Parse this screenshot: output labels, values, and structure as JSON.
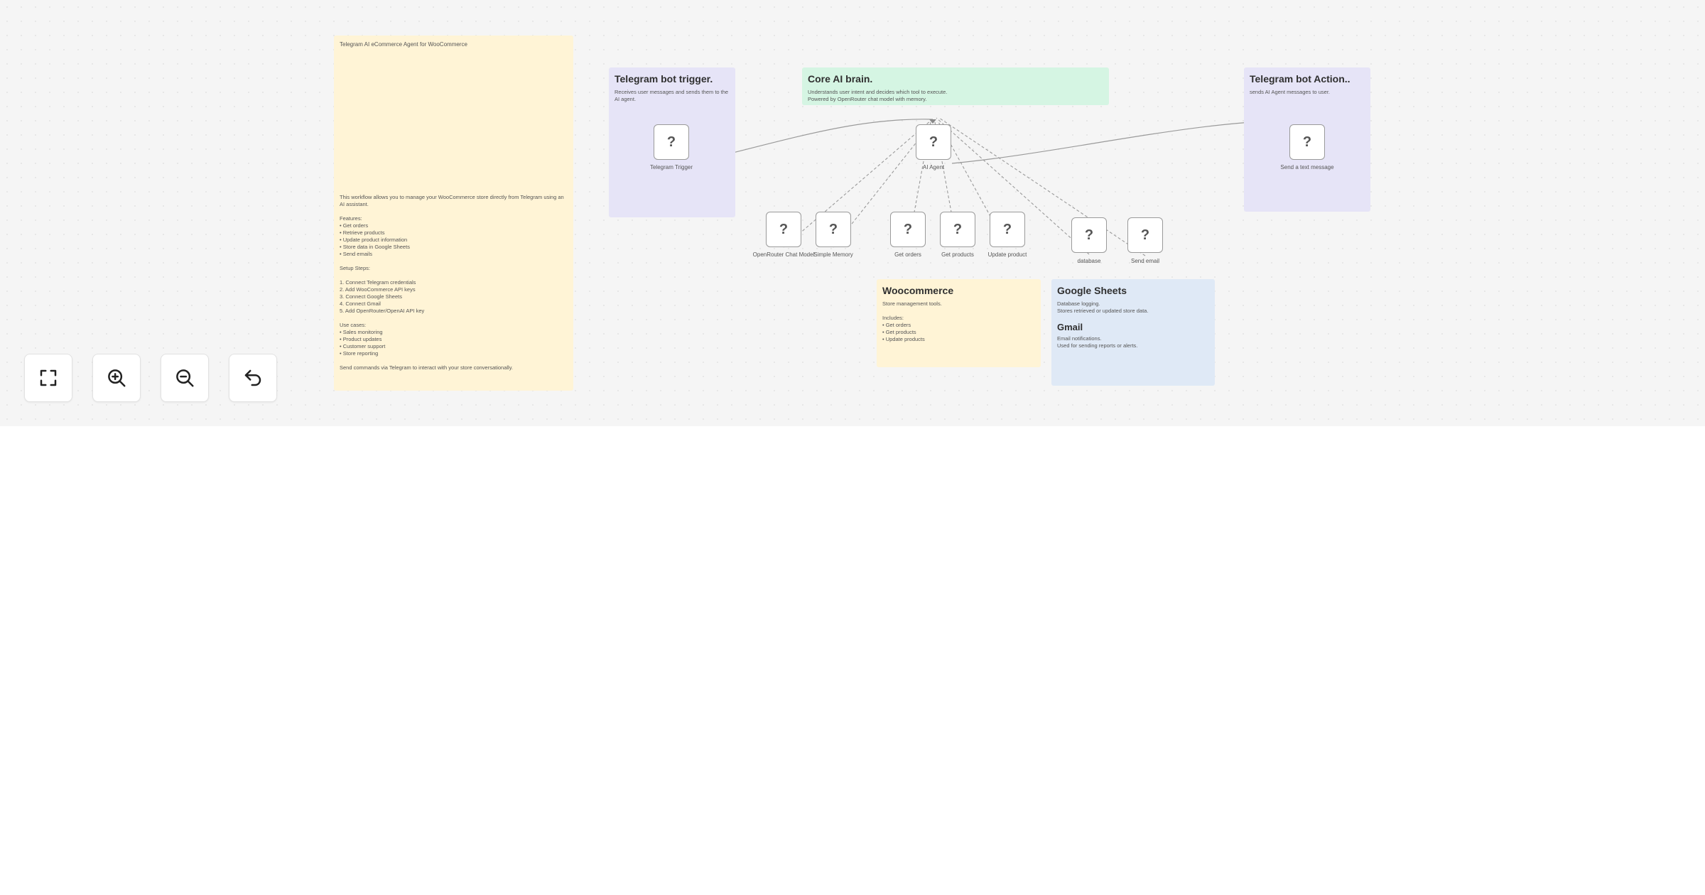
{
  "notes": {
    "intro": {
      "title": "Telegram AI eCommerce Agent for WooCommerce",
      "body": "This workflow allows you to manage your WooCommerce store directly from Telegram using an AI assistant.\n\nFeatures:\n• Get orders\n• Retrieve products\n• Update product information\n• Store data in Google Sheets\n• Send emails\n\nSetup Steps:\n\n1. Connect Telegram credentials\n2. Add WooCommerce API keys\n3. Connect Google Sheets\n4. Connect Gmail\n5. Add OpenRouter/OpenAI API key\n\nUse cases:\n• Sales monitoring\n• Product updates\n• Customer support\n• Store reporting\n\nSend commands via Telegram to interact with your store conversationally."
    },
    "trigger": {
      "title": "Telegram bot trigger.",
      "body": "Receives user messages and sends them to the AI agent."
    },
    "brain": {
      "title": "Core AI brain.",
      "body": "Understands user intent and decides which tool to execute.\nPowered by OpenRouter chat model with memory."
    },
    "action": {
      "title": "Telegram bot Action..",
      "body": "sends AI Agent messages to user."
    },
    "woo": {
      "title": "Woocommerce",
      "body": "Store management tools.\n\nIncludes:\n• Get orders\n• Get products\n• Update products"
    },
    "sheets": {
      "title": "Google Sheets",
      "body": "Database logging.\nStores retrieved or updated store data.",
      "gmail_title": "Gmail",
      "gmail_body": "Email notifications.\nUsed for sending reports or alerts."
    }
  },
  "nodes": {
    "telegram_trigger": {
      "icon": "?",
      "label": "Telegram Trigger"
    },
    "ai_agent": {
      "icon": "?",
      "label": "AI Agent"
    },
    "send_text": {
      "icon": "?",
      "label": "Send a text message"
    },
    "openrouter": {
      "icon": "?",
      "label": "OpenRouter Chat Model"
    },
    "memory": {
      "icon": "?",
      "label": "Simple Memory"
    },
    "get_orders": {
      "icon": "?",
      "label": "Get orders"
    },
    "get_products": {
      "icon": "?",
      "label": "Get products"
    },
    "update_product": {
      "icon": "?",
      "label": "Update product"
    },
    "database": {
      "icon": "?",
      "label": "database"
    },
    "send_email": {
      "icon": "?",
      "label": "Send email"
    }
  },
  "controls": {
    "fit": {
      "icon": "fullscreen-icon"
    },
    "zoom_in": {
      "icon": "zoom-in-icon"
    },
    "zoom_out": {
      "icon": "zoom-out-icon"
    },
    "undo": {
      "icon": "undo-icon"
    }
  },
  "colors": {
    "canvas": "#f5f5f5",
    "yellow_note": "#fff4d6",
    "purple_note": "#e6e4f7",
    "green_note": "#d5f5e3",
    "blue_note": "#dfe9f6"
  }
}
